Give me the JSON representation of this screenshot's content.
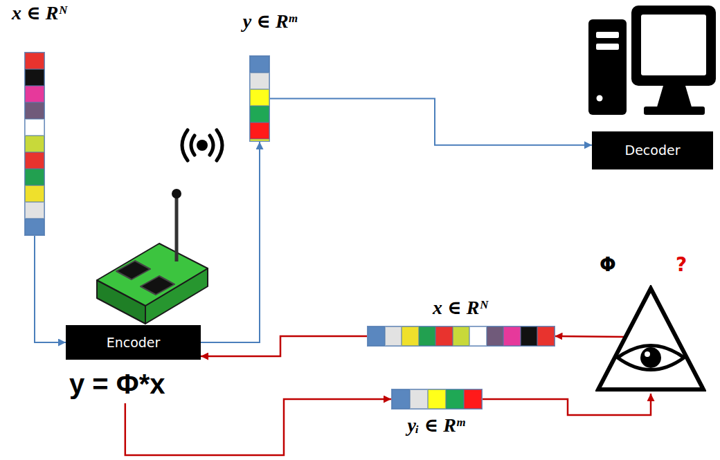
{
  "diagram": {
    "nodes": [
      {
        "text": [
          "x ∈ Rᴺ"
        ]
      },
      {
        "text": [
          "y ∈ Rᵐ"
        ]
      },
      {
        "text": [
          "Decoder"
        ]
      },
      {
        "text": [
          "Φ",
          "?"
        ]
      },
      {
        "text": [
          "x ∈ Rᴺ"
        ]
      },
      {
        "text": [
          "Encoder",
          "y = Φ*x"
        ]
      },
      {
        "text": [
          "yᵢ ∈ Rᵐ"
        ]
      }
    ],
    "edges": [
      {
        "from": 0,
        "to": 5,
        "arrow": "to"
      },
      {
        "from": 5,
        "to": 1,
        "arrow": "to"
      },
      {
        "from": 1,
        "to": 2,
        "arrow": "to"
      },
      {
        "from": 3,
        "to": 4,
        "arrow": "to"
      },
      {
        "from": 4,
        "to": 5,
        "arrow": "to"
      },
      {
        "from": 5,
        "to": 6,
        "arrow": "to"
      },
      {
        "from": 6,
        "to": 3,
        "arrow": "to"
      }
    ]
  }
}
